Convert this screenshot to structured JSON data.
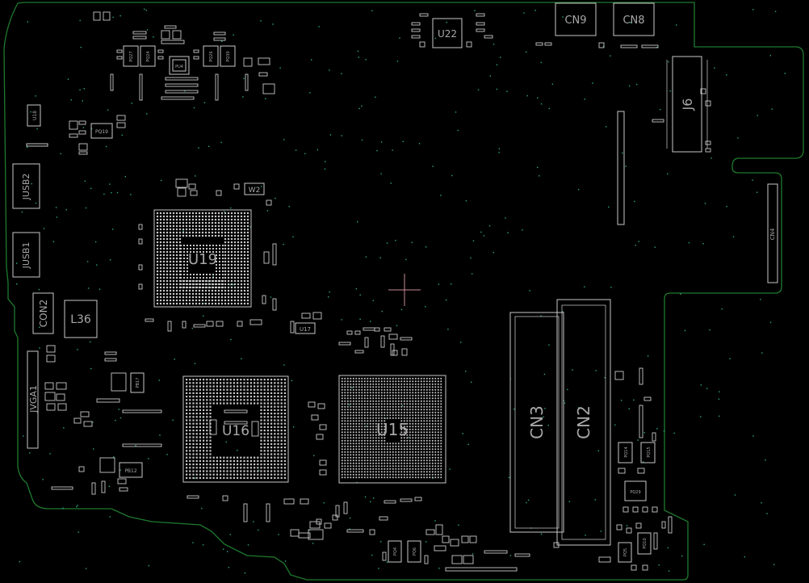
{
  "board": {
    "outline_color": "#1f7a2f",
    "part_color": "#c8c8c8",
    "marker_color": "#c98a96",
    "via_color": "#2fa58a"
  },
  "labels": {
    "u22": "U22",
    "cn9": "CN9",
    "cn8": "CN8",
    "j6": "J6",
    "cn4": "CN4",
    "jusb2": "JUSB2",
    "jusb1": "JUSB1",
    "u19": "U19",
    "w2": "W2",
    "con2": "CON2",
    "l36": "L36",
    "u17": "U17",
    "jvga1": "JVGA1",
    "u16": "U16",
    "u15": "U15",
    "cn3": "CN3",
    "cn2": "CN2",
    "u18": "U18",
    "pq19": "PQ19",
    "pq27": "PQ27",
    "pq24": "PQ24",
    "pq26": "PQ26",
    "pq30": "PQ30",
    "pu4": "PU4",
    "pb17": "PB17",
    "pb12": "PB12",
    "pq14": "PQ14",
    "pq15": "PQ15",
    "pq29": "PQ29",
    "pq5": "PQ5",
    "pq10": "PQ10",
    "pq4": "PQ4",
    "pq6": "PQ6"
  }
}
